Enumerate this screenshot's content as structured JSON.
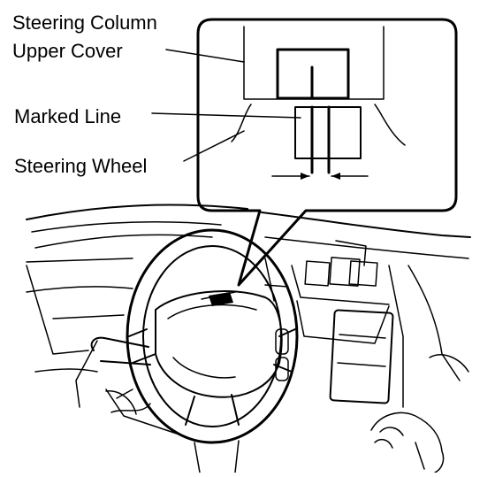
{
  "labels": {
    "steering_column_line1": "Steering Column",
    "steering_column_line2": "Upper Cover",
    "marked_line": "Marked Line",
    "steering_wheel": "Steering Wheel"
  },
  "colors": {
    "ink": "#000000",
    "background": "#ffffff"
  }
}
